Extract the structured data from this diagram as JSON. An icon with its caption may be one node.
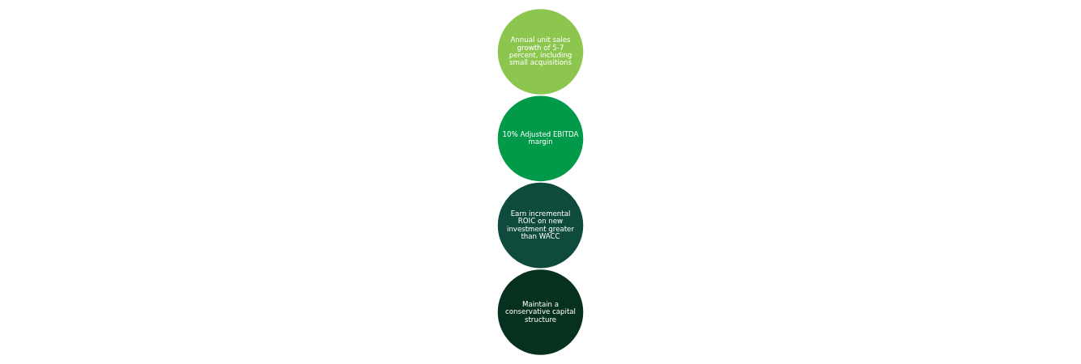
{
  "diagram": {
    "nodes": [
      {
        "text": [
          "Annual unit sales growth of 5-7 percent, including small acquisitions"
        ]
      },
      {
        "text": [
          "10% Adjusted EBITDA margin"
        ]
      },
      {
        "text": [
          "Earn incremental ROIC on new investment greater than WACC"
        ]
      },
      {
        "text": [
          "Maintain a conservative capital structure"
        ]
      }
    ]
  }
}
